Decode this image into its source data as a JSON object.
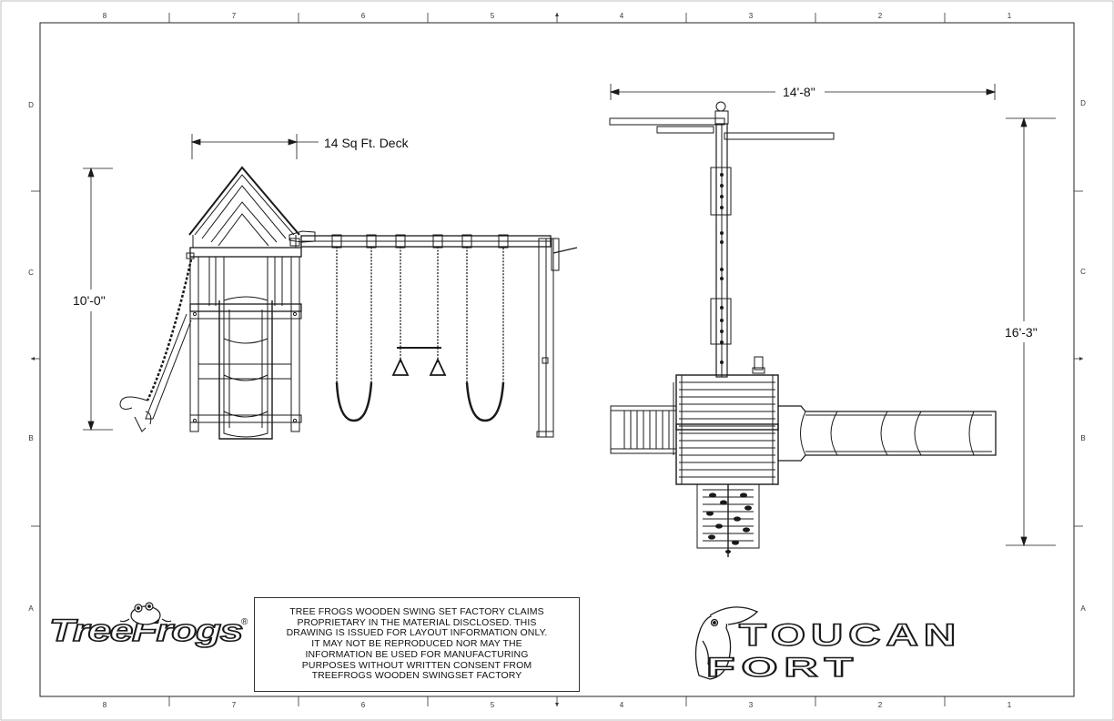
{
  "border": {
    "columns_top": [
      "8",
      "7",
      "6",
      "5",
      "4",
      "3",
      "2",
      "1"
    ],
    "columns_bottom": [
      "8",
      "7",
      "6",
      "5",
      "4",
      "3",
      "2",
      "1"
    ],
    "rows_left": [
      "D",
      "C",
      "B",
      "A"
    ],
    "rows_right": [
      "D",
      "C",
      "B",
      "A"
    ]
  },
  "dimensions": {
    "deck_width": "14 Sq Ft. Deck",
    "height": "10'-0\"",
    "overall_width": "14'-8\"",
    "overall_depth": "16'-3\""
  },
  "logos": {
    "brand": "TreeFrogs",
    "brand_mark": "®",
    "product_line1": "TOUCAN",
    "product_line2": "FORT"
  },
  "notice": {
    "lines": [
      "TREE FROGS WOODEN SWING SET FACTORY CLAIMS",
      "PROPRIETARY IN THE MATERIAL DISCLOSED. THIS",
      "DRAWING IS ISSUED FOR LAYOUT INFORMATION ONLY.",
      "IT MAY NOT BE REPRODUCED NOR MAY THE",
      "INFORMATION BE USED FOR MANUFACTURING",
      "PURPOSES WITHOUT WRITTEN CONSENT FROM",
      "TREEFROGS WOODEN SWINGSET FACTORY"
    ]
  },
  "colors": {
    "line": "#1a1a1a",
    "paper": "#ffffff"
  }
}
